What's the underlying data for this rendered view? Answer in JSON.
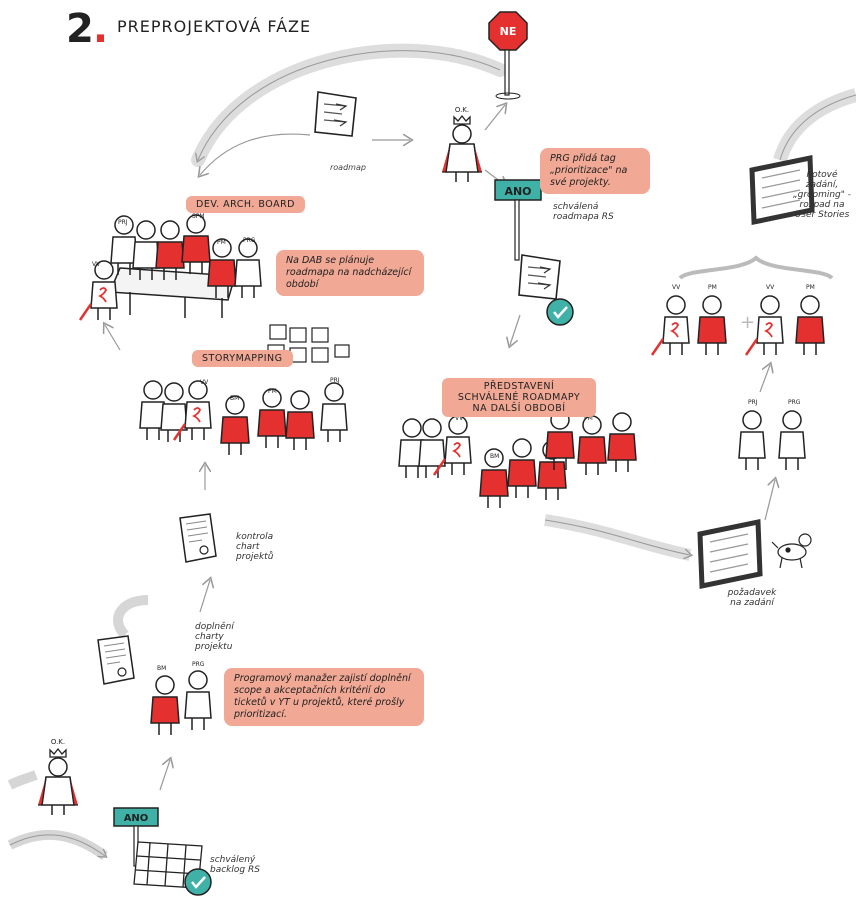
{
  "title": {
    "number": "2",
    "text": "PREPROJEKTOVÁ FÁZE"
  },
  "signs": {
    "ne": "NE",
    "ano_top": "ANO",
    "ano_bottom": "ANO"
  },
  "roles": {
    "ok_top": "O.K.",
    "ok_bottom": "O.K.",
    "prj": "PRJ",
    "spm": "SPM",
    "pm": "PM",
    "prg": "PRG",
    "vv": "VV",
    "bm": "BM"
  },
  "headers": {
    "dev_arch_board": "DEV. ARCH. BOARD",
    "storymapping": "STORYMAPPING",
    "predstaveni": "PŘEDSTAVENÍ SCHVÁLENÉ ROADMAPY NA DALŠÍ OBDOBÍ"
  },
  "notes": {
    "dab": "Na DAB se plánuje roadmapa na nadcházející období",
    "prg_tag": "PRG přidá tag „prioritizace\" na své projekty.",
    "programovy": "Programový manažer zajistí doplnění scope a akceptačních kritérií do ticketů v YT u projektů, které prošly prioritizací."
  },
  "labels": {
    "roadmap": "roadmap",
    "schvalena_roadmapa": "schválená roadmapa RS",
    "kontrola": "kontrola chart projektů",
    "doplneni": "doplnění charty projektu",
    "schvaleny_backlog": "schválený backlog RS",
    "pozadavek": "požadavek na zadání",
    "hotove_zadani": "hotové zadání, „grooming\" - rozpad na User Stories"
  },
  "colors": {
    "accent": "#e4312f",
    "note": "#f1a895",
    "teal": "#3fb1a6",
    "ink": "#222222"
  }
}
